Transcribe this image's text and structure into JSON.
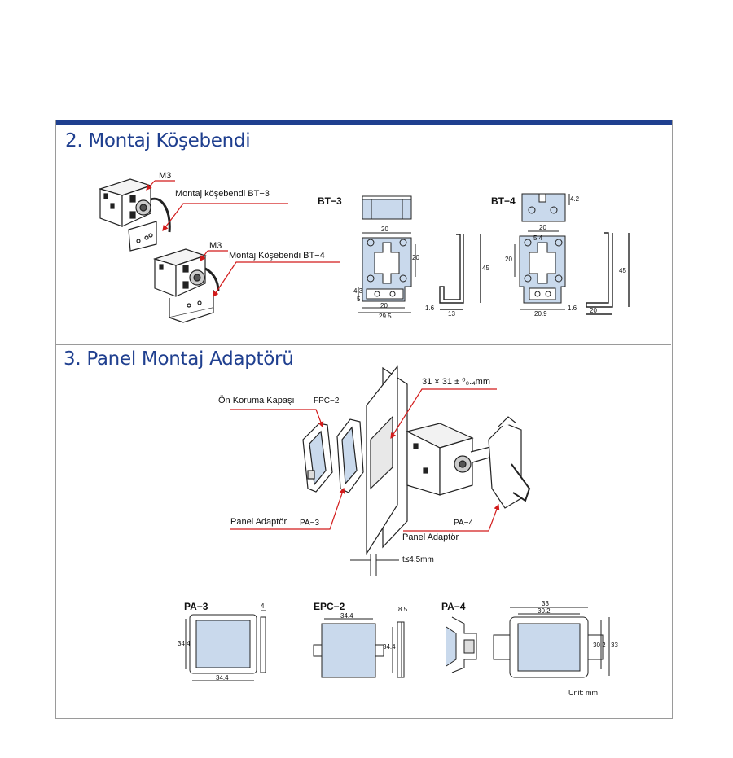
{
  "sections": {
    "bracket": {
      "title": "2. Montaj Köşebendi"
    },
    "panel": {
      "title": "3. Panel Montaj Adaptörü"
    }
  },
  "bracket": {
    "m3_top": "M3",
    "m3_bottom": "M3",
    "bt3_callout": "Montaj köşebendi BT−3",
    "bt4_callout": "Montaj Köşebendi BT−4",
    "bt3_label": "BT−3",
    "bt4_label": "BT−4",
    "bt3_dims": {
      "d20_top": "20",
      "d20_side": "20",
      "d45": "45",
      "d43": "4.3",
      "d5": "5",
      "d20_bottom": "20",
      "d295": "29.5",
      "d16": "1.6",
      "d13": "13"
    },
    "bt4_dims": {
      "d42": "4.2",
      "d20_side": "20",
      "d20_top": "20",
      "d45": "45",
      "d209": "20.9",
      "d16": "1.6",
      "d20_bottom": "20",
      "d54": "5.4"
    }
  },
  "panel": {
    "cover_callout": "Ön Koruma Kapaşı",
    "fpc2": "FPC−2",
    "hole_callout": "31 × 31 ± ⁰₀.₄mm",
    "pa3_callout_a": "Panel Adaptör",
    "pa3_callout_b": "PA−3",
    "pa4_callout_a": "PA−4",
    "pa4_callout_b": "Panel Adaptör",
    "thickness": "t≤4.5mm",
    "pa3_label": "PA−3",
    "epc2_label": "EPC−2",
    "pa4_label": "PA−4",
    "pa3_dims": {
      "d4": "4",
      "d344_side": "34.4",
      "d344_bottom": "34.4"
    },
    "epc2_dims": {
      "d85": "8.5",
      "d344_top": "34.4",
      "d344_side": "34.4"
    },
    "pa4_dims": {
      "d33_top": "33",
      "d302_top": "30.2",
      "d302_side": "30.2",
      "d33_side": "33"
    },
    "unit": "Unit: mm"
  },
  "colors": {
    "accent": "#1f3f8f",
    "fill": "#c9d9ec",
    "callout": "#d21b1b"
  }
}
